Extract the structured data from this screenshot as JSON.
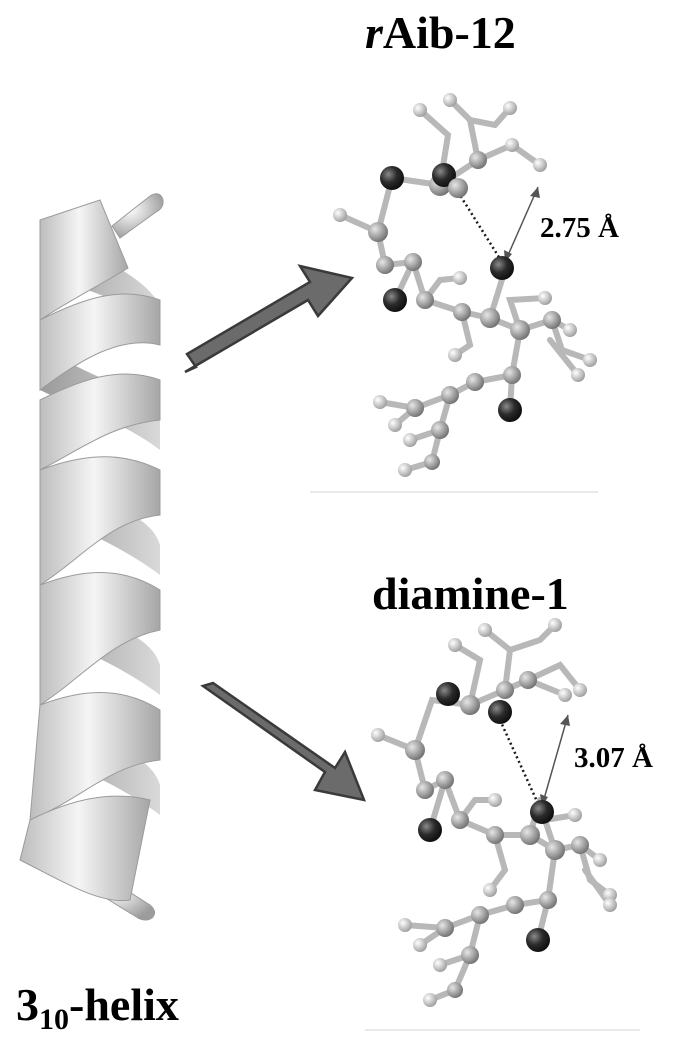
{
  "labels": {
    "top_molecule_prefix": "r",
    "top_molecule_name": "Aib-12",
    "bottom_molecule_name": "diamine-1",
    "top_distance": "2.75 Å",
    "bottom_distance": "3.07 Å",
    "helix_number": "3",
    "helix_subscript": "10",
    "helix_suffix": "-helix"
  },
  "colors": {
    "arrow_fill": "#6b6b6b",
    "arrow_stroke": "#3a3a3a",
    "helix_light": "#f2f2f2",
    "helix_shade": "#a9a9a9",
    "bond": "#b8b8b8",
    "atom_dark": "#262626",
    "atom_light": "#dcdcdc"
  }
}
